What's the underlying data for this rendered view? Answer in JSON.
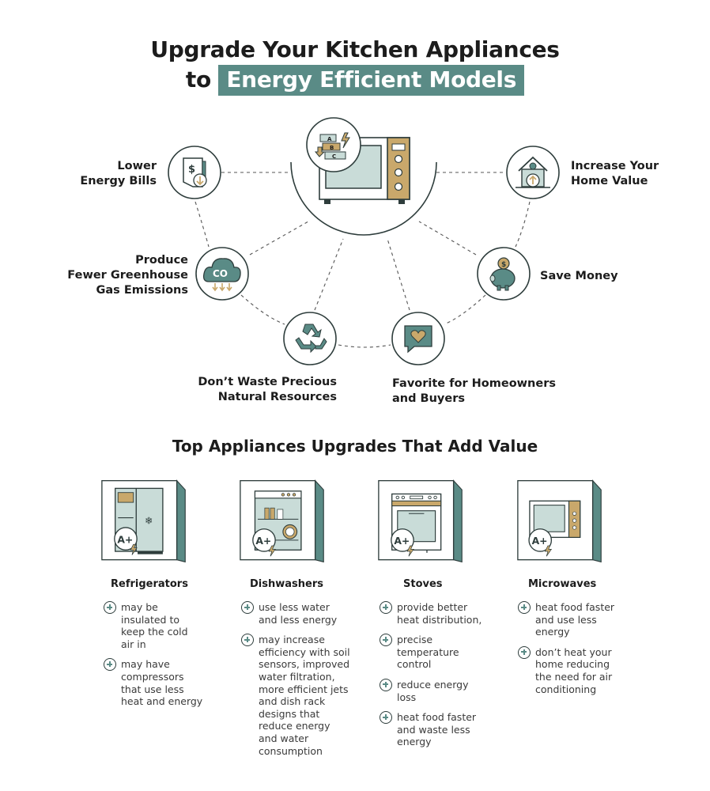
{
  "header": {
    "title_line1": "Upgrade Your Kitchen Appliances",
    "title_prefix": "to",
    "title_highlight": "Energy Efficient Models"
  },
  "center_icon": {
    "energy_grades": [
      "A",
      "B",
      "C"
    ]
  },
  "benefits": [
    {
      "label_lines": [
        "Lower",
        "Energy Bills"
      ],
      "icon": "dollar-bill-down-icon"
    },
    {
      "label_lines": [
        "Increase Your",
        "Home Value"
      ],
      "icon": "house-value-up-icon"
    },
    {
      "label_lines": [
        "Produce",
        "Fewer Greenhouse",
        "Gas Emissions"
      ],
      "icon": "co2-cloud-icon",
      "icon_text": "CO"
    },
    {
      "label_lines": [
        "Save Money"
      ],
      "icon": "piggy-bank-icon",
      "icon_text": "$"
    },
    {
      "label_lines": [
        "Don’t Waste Precious",
        "Natural Resources"
      ],
      "icon": "recycle-icon"
    },
    {
      "label_lines": [
        "Favorite for Homeowners",
        "and Buyers"
      ],
      "icon": "heart-speech-bubble-icon"
    }
  ],
  "section_title": "Top Appliances Upgrades That Add Value",
  "energy_badge": "A+",
  "appliances": [
    {
      "name": "Refrigerators",
      "icon": "refrigerator-icon",
      "bullets": [
        "may be insulated to keep the cold air in",
        "may have compressors that use less heat and energy"
      ]
    },
    {
      "name": "Dishwashers",
      "icon": "dishwasher-icon",
      "bullets": [
        "use less water and less energy",
        "may increase efficiency with soil sensors, improved water filtration, more efficient jets and dish rack designs that reduce energy and water consumption"
      ]
    },
    {
      "name": "Stoves",
      "icon": "stove-icon",
      "bullets": [
        "provide better heat distribution,",
        "precise temperature control",
        "reduce energy loss",
        "heat food faster and waste less energy"
      ]
    },
    {
      "name": "Microwaves",
      "icon": "microwave-icon",
      "bullets": [
        "heat food faster and use less energy",
        "don’t heat your home reducing the need for air conditioning"
      ]
    }
  ],
  "colors": {
    "teal": "#5a8b86",
    "dark": "#1c1c1c",
    "gold": "#c9a86b",
    "light_panel": "#c9dcd8",
    "outline": "#2e3d3c"
  }
}
